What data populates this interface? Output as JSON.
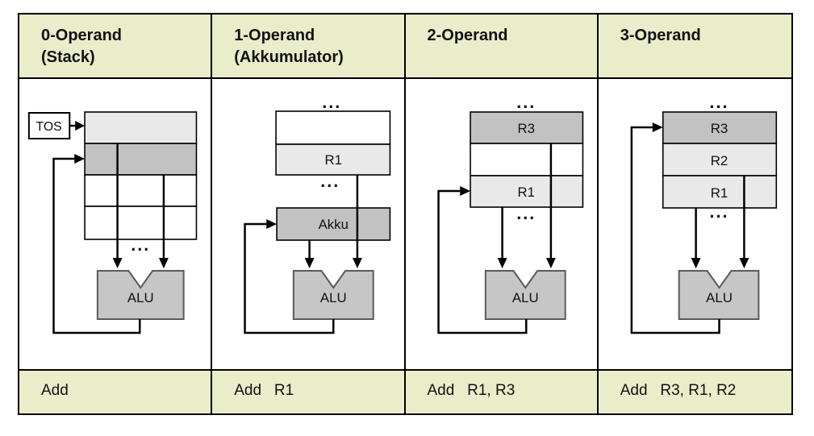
{
  "shared": {
    "ellipsis": "...",
    "alu_label": "ALU"
  },
  "colors": {
    "header_bg": "#eaedca",
    "register_light": "#e9e9e9",
    "register_dark": "#c2c2c2",
    "register_white": "#ffffff",
    "alu_fill": "#c6c6c6",
    "alu_border": "#5a5a5a",
    "line": "#000000"
  },
  "columns": [
    {
      "header_lines": [
        "0-Operand",
        "(Stack)"
      ],
      "tos_label": "TOS",
      "instruction": "Add"
    },
    {
      "header_lines": [
        "1-Operand",
        "(Akkumulator)"
      ],
      "registers": [
        "R1"
      ],
      "accumulator_label": "Akku",
      "instruction": "Add   R1"
    },
    {
      "header_lines": [
        "2-Operand"
      ],
      "registers": [
        "R3",
        "R1"
      ],
      "instruction": "Add   R1, R3"
    },
    {
      "header_lines": [
        "3-Operand"
      ],
      "registers": [
        "R3",
        "R2",
        "R1"
      ],
      "instruction": "Add   R3, R1, R2"
    }
  ]
}
